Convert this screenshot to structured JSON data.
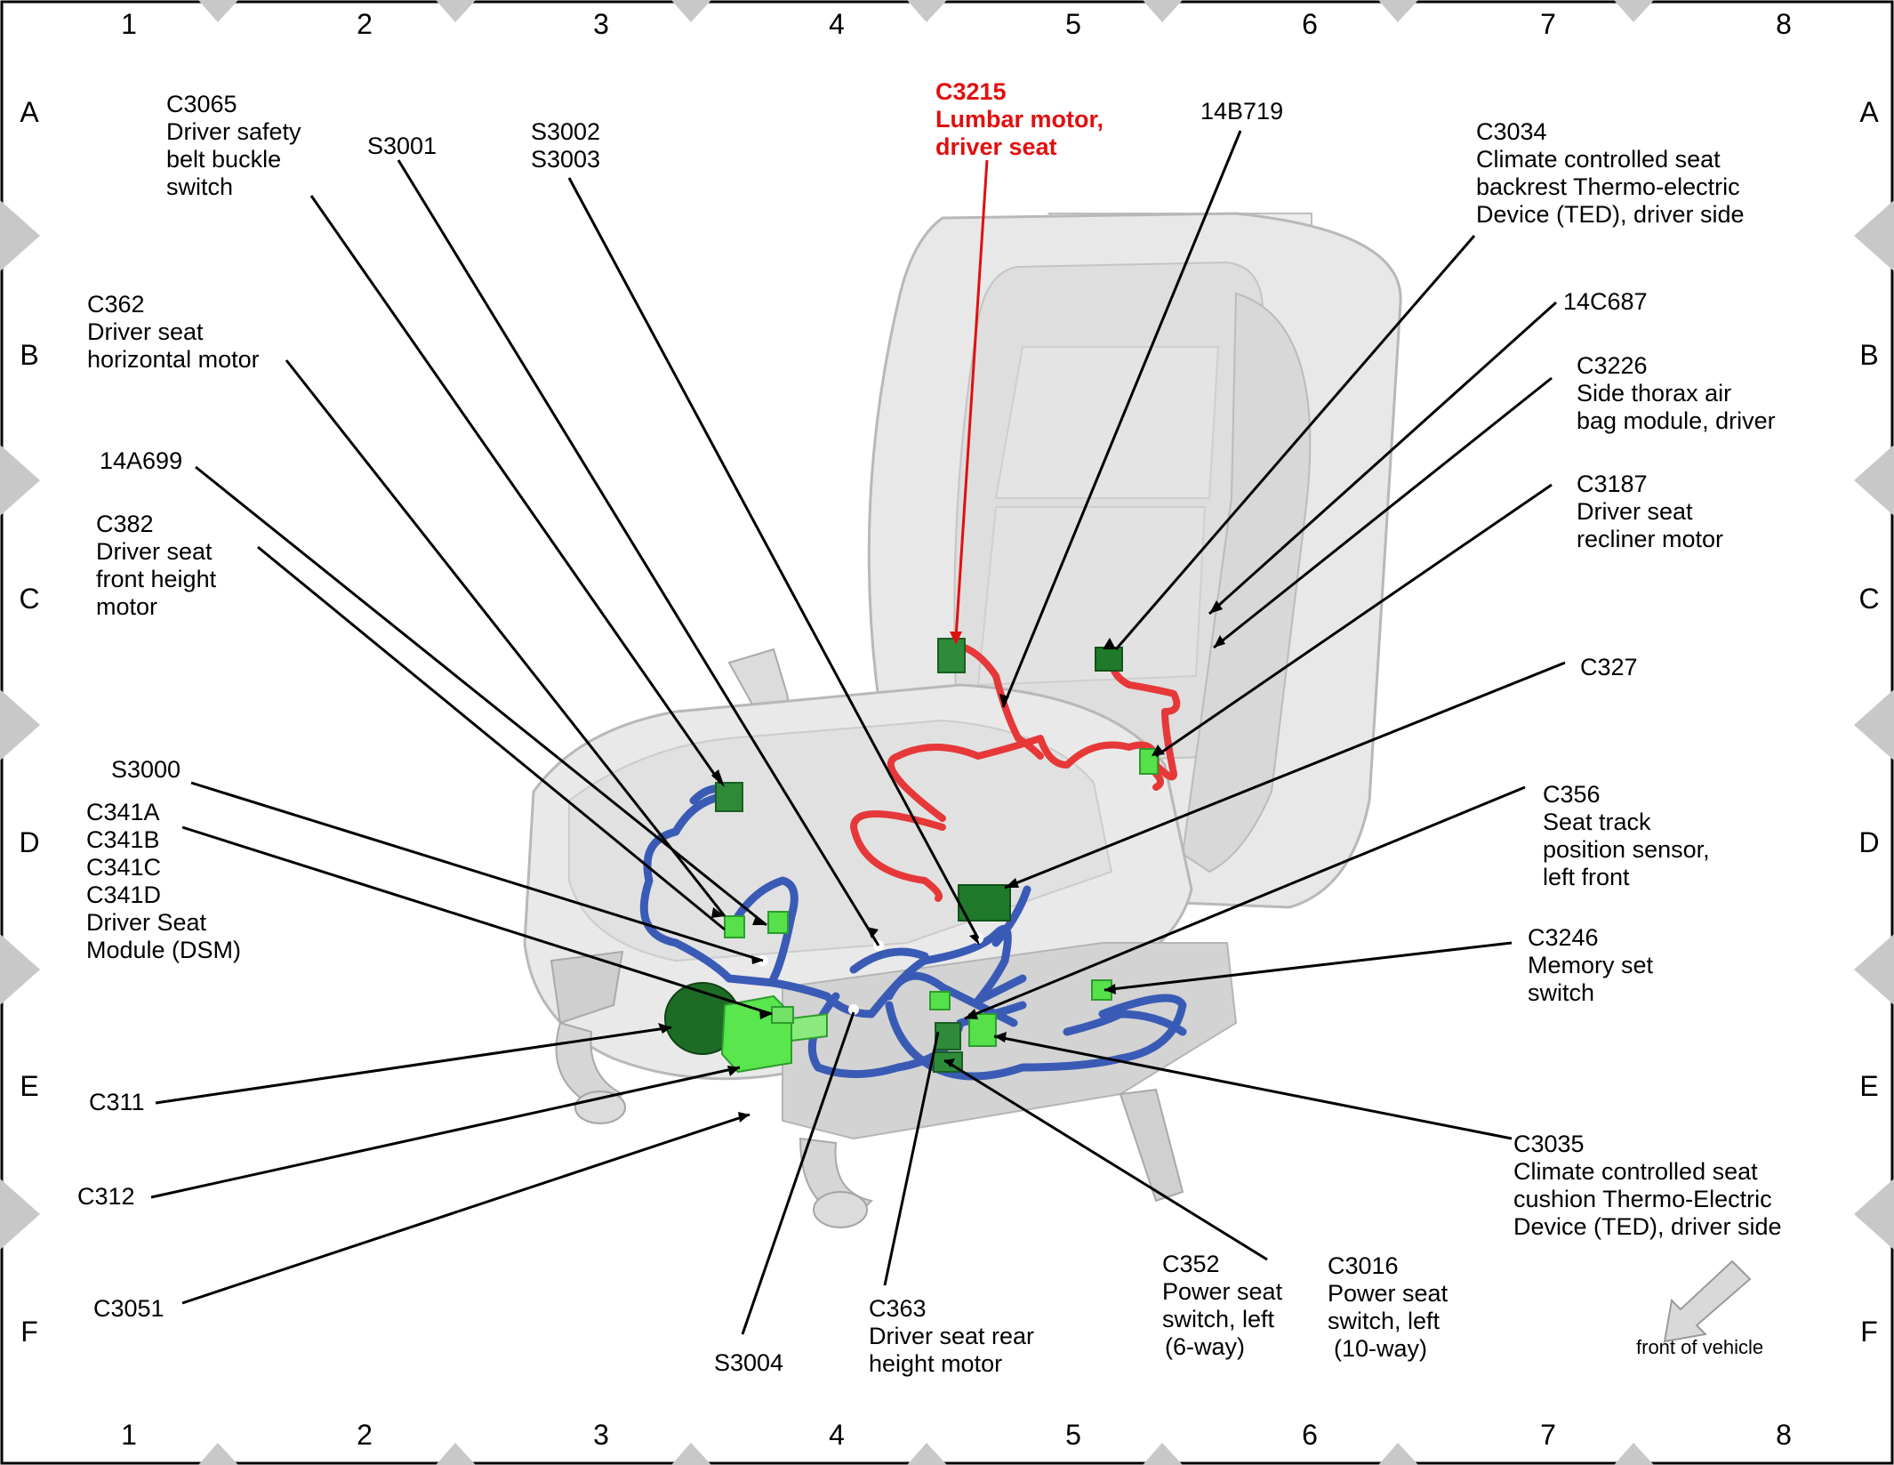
{
  "grid": {
    "columns": [
      "1",
      "2",
      "3",
      "4",
      "5",
      "6",
      "7",
      "8"
    ],
    "rows": [
      "A",
      "B",
      "C",
      "D",
      "E",
      "F"
    ]
  },
  "callouts": {
    "c3065": [
      "C3065",
      "Driver safety",
      "belt buckle",
      "switch"
    ],
    "s3001": [
      "S3001"
    ],
    "s3002": [
      "S3002",
      "S3003"
    ],
    "c3215": [
      "C3215",
      "Lumbar motor,",
      "driver seat"
    ],
    "b14b719": [
      "14B719"
    ],
    "c3034": [
      "C3034",
      "Climate controlled seat",
      "backrest Thermo-electric",
      "Device (TED), driver side"
    ],
    "c362": [
      "C362",
      "Driver seat",
      "horizontal motor"
    ],
    "c14c687": [
      "14C687"
    ],
    "c3226": [
      "C3226",
      "Side thorax air",
      "bag module, driver"
    ],
    "a14a699": [
      "14A699"
    ],
    "c382": [
      "C382",
      "Driver seat",
      "front height",
      "motor"
    ],
    "c3187": [
      "C3187",
      "Driver seat",
      "recliner motor"
    ],
    "c327": [
      "C327"
    ],
    "s3000": [
      "S3000"
    ],
    "c341": [
      "C341A",
      "C341B",
      "C341C",
      "C341D",
      "Driver Seat",
      "Module (DSM)"
    ],
    "c356": [
      "C356",
      "Seat track",
      "position sensor,",
      "left front"
    ],
    "c3246": [
      "C3246",
      "Memory set",
      "switch"
    ],
    "c311": [
      "C311"
    ],
    "c312": [
      "C312"
    ],
    "c3035": [
      "C3035",
      "Climate controlled seat",
      "cushion Thermo-Electric",
      "Device (TED), driver side"
    ],
    "c3051": [
      "C3051"
    ],
    "c352": [
      "C352",
      "Power seat",
      "switch, left",
      "(6-way)"
    ],
    "c3016": [
      "C3016",
      "Power seat",
      "switch, left",
      "(10-way)"
    ],
    "c363": [
      "C363",
      "Driver seat rear",
      "height motor"
    ],
    "s3004": [
      "S3004"
    ]
  },
  "front_of_vehicle": "front of vehicle",
  "colors": {
    "highlight_red": "#e01010",
    "harness_blue": "#3a5bb5",
    "connector_green": "#3fd43f",
    "connector_dark_green": "#1e7a2a",
    "seat_gray": "#e6e6e6",
    "border_gray": "#c8c8c8"
  }
}
